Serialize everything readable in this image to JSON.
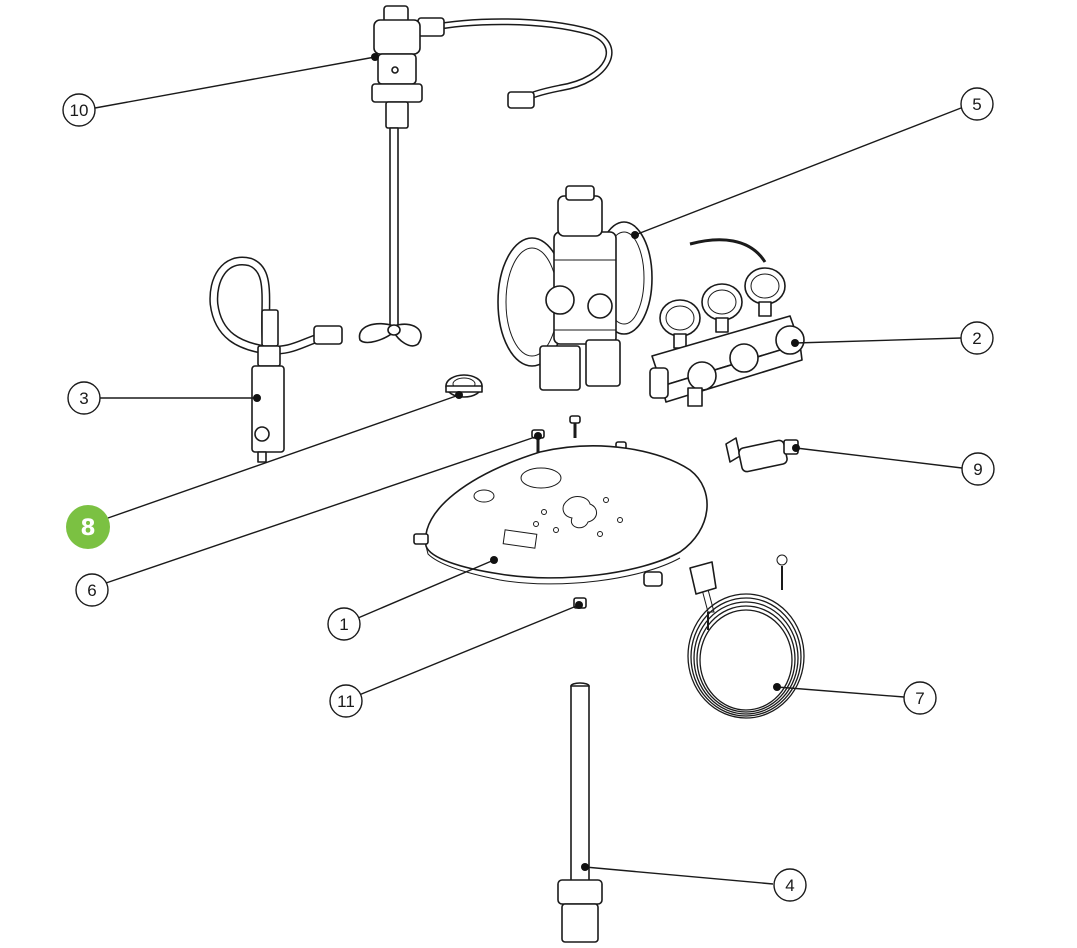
{
  "highlight_color": "#7bc142",
  "line_color": "#1a1a1a",
  "callouts": [
    {
      "id": "c10",
      "label": "10",
      "highlight": false
    },
    {
      "id": "c5",
      "label": "5",
      "highlight": false
    },
    {
      "id": "c2",
      "label": "2",
      "highlight": false
    },
    {
      "id": "c3",
      "label": "3",
      "highlight": false
    },
    {
      "id": "c8",
      "label": "8",
      "highlight": true
    },
    {
      "id": "c9",
      "label": "9",
      "highlight": false
    },
    {
      "id": "c6",
      "label": "6",
      "highlight": false
    },
    {
      "id": "c1",
      "label": "1",
      "highlight": false
    },
    {
      "id": "c11",
      "label": "11",
      "highlight": false
    },
    {
      "id": "c7",
      "label": "7",
      "highlight": false
    },
    {
      "id": "c4",
      "label": "4",
      "highlight": false
    }
  ]
}
